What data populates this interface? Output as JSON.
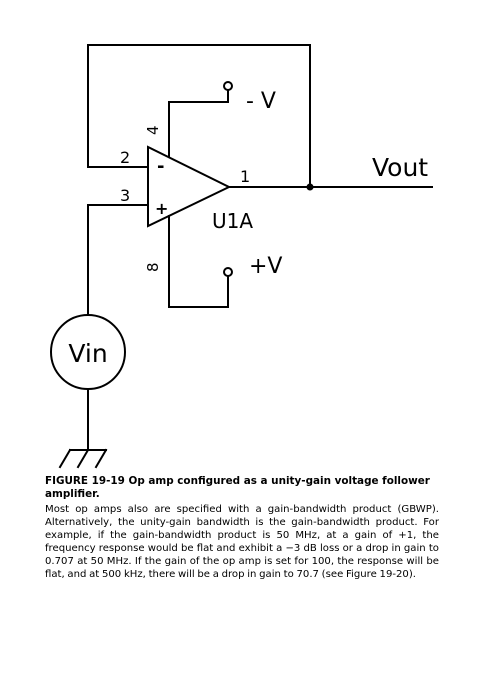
{
  "diagram": {
    "minus_v_label": "- V",
    "plus_v_label": "+V",
    "vout_label": "Vout",
    "vin_label": "Vin",
    "opamp_name": "U1A",
    "minus_sign": "-",
    "plus_sign": "+",
    "pin_1": "1",
    "pin_2": "2",
    "pin_3": "3",
    "pin_4": "4",
    "pin_8": "8"
  },
  "caption": {
    "text": "FIGURE 19-19 Op amp configured as a unity-gain voltage follower amplifier."
  },
  "body": {
    "text": "Most op amps also are specified with a gain-bandwidth product (GBWP). Alternatively, the unity-gain bandwidth is the gain-bandwidth product. For example, if the gain-bandwidth product is 50 MHz, at a gain of +1, the frequency response would be flat and exhibit a −3 dB loss or a drop in gain to 0.707 at 50 MHz. If the gain of the op amp is set for 100, the response will be flat, and at 500 kHz, there will be a drop in gain to 70.7 (see Figure 19-20)."
  }
}
